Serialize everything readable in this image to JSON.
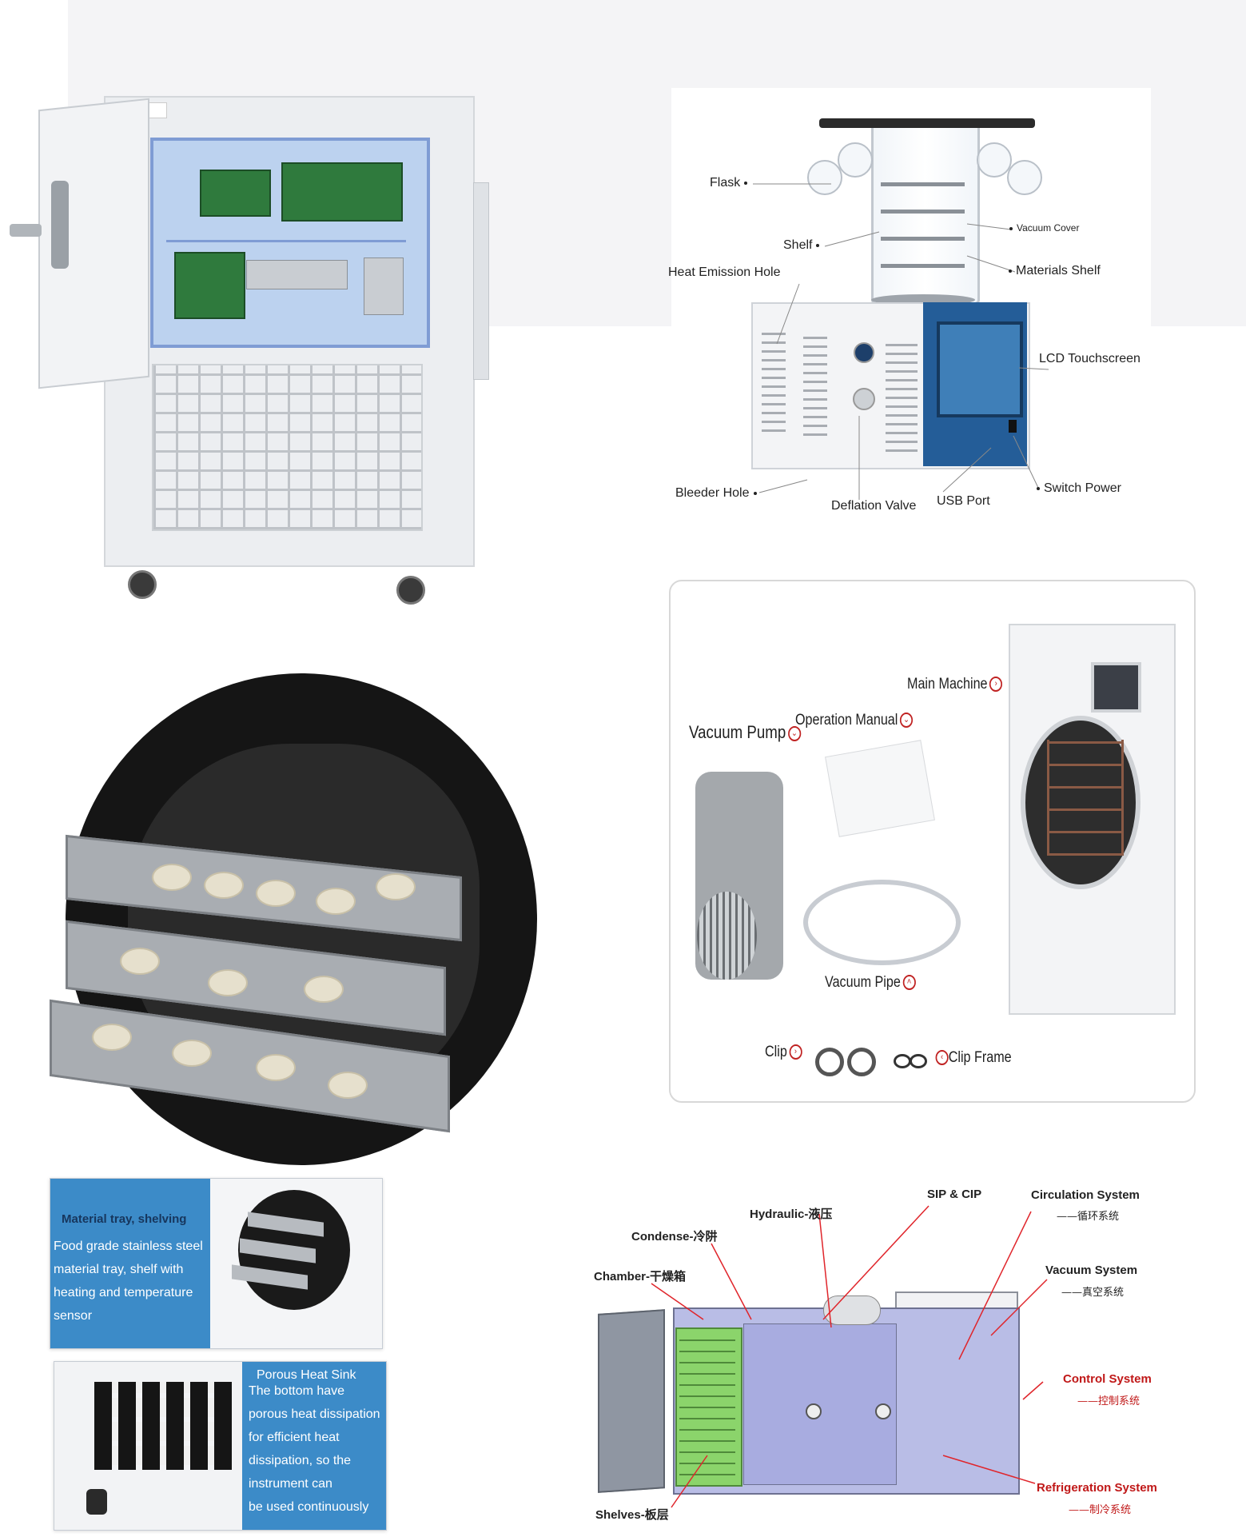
{
  "panel_freeze_dryer": {
    "labels": {
      "flask": "Flask",
      "shelf": "Shelf",
      "vacuum_cover": "Vacuum Cover",
      "heat_emission_hole": "Heat Emission Hole",
      "materials_shelf": "Materials Shelf",
      "lcd_touchscreen": "LCD Touchscreen",
      "bleeder_hole": "Bleeder Hole",
      "deflation_valve": "Deflation Valve",
      "usb_port": "USB Port",
      "switch_power": "Switch Power"
    }
  },
  "panel_accessories": {
    "labels": {
      "main_machine": "Main Machine",
      "operation_manual": "Operation Manual",
      "vacuum_pump": "Vacuum Pump",
      "vacuum_pipe": "Vacuum Pipe",
      "clip": "Clip",
      "clip_frame": "Clip Frame"
    }
  },
  "card_material_tray": {
    "title": "Material tray, shelving",
    "lines": [
      "Food grade stainless steel",
      "material tray, shelf with",
      "heating and temperature",
      "sensor"
    ]
  },
  "card_heat_sink": {
    "title": "Porous Heat Sink",
    "lines": [
      "The bottom have",
      "porous heat dissipation",
      "for efficient heat",
      "dissipation, so the",
      "instrument can",
      "be used continuously"
    ]
  },
  "panel_system": {
    "labels": {
      "hydraulic": "Hydraulic-液压",
      "sip_cip": "SIP & CIP",
      "circulation_system": "Circulation System",
      "circulation_system_cn": "——循环系统",
      "condense": "Condense-冷阱",
      "chamber": "Chamber-干燥箱",
      "vacuum_system": "Vacuum System",
      "vacuum_system_cn": "——真空系统",
      "control_system": "Control System",
      "control_system_cn": "——控制系统",
      "refrigeration_system": "Refrigeration System",
      "refrigeration_system_cn": "——制冷系统",
      "shelves": "Shelves-板层"
    },
    "colors": {
      "highlight": "#c01818",
      "leader": "#e0252b"
    }
  }
}
